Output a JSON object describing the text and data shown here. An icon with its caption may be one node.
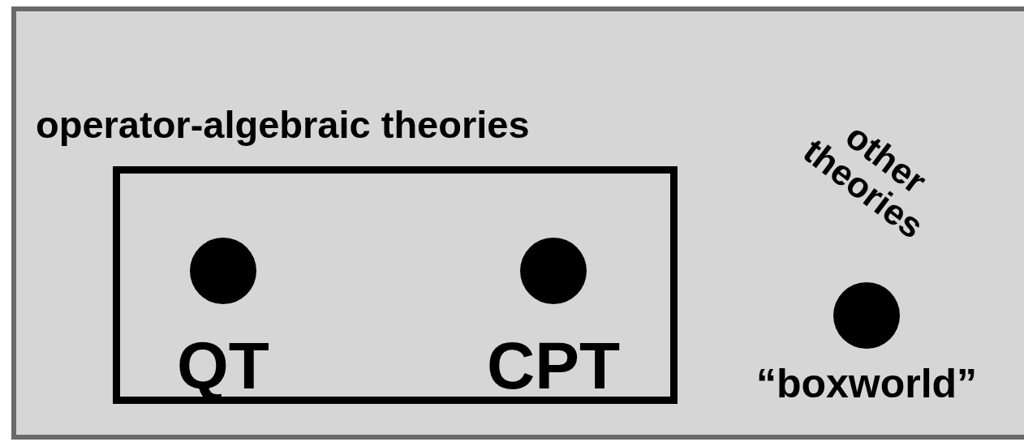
{
  "diagram": {
    "nodes": [
      {
        "text": [],
        "shape": "box"
      },
      {
        "text": [
          "operator-algebraic theories"
        ],
        "in": 0
      },
      {
        "text": [],
        "shape": "circle",
        "beside": [
          "QT"
        ],
        "in": 1
      },
      {
        "text": [],
        "shape": "circle",
        "beside": [
          "CPT"
        ],
        "in": 1
      },
      {
        "text": [],
        "shape": "circle",
        "beside": [
          "“boxworld”"
        ],
        "in": 0
      }
    ],
    "edges": [],
    "labels": [
      "other theories"
    ]
  }
}
